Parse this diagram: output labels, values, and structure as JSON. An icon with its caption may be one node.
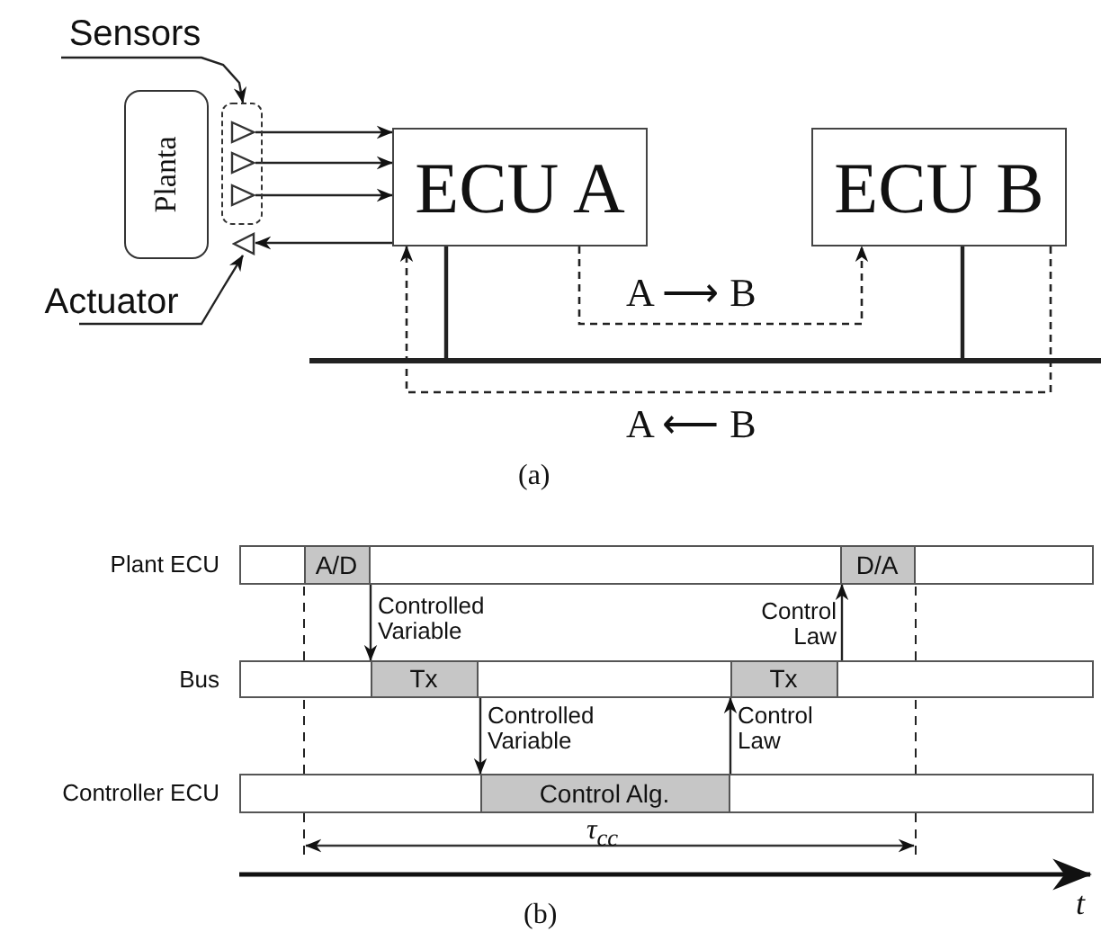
{
  "diagram": {
    "nodes": [
      {
        "text": [
          "Sensors"
        ]
      },
      {
        "text": [
          "Planta"
        ]
      },
      {
        "text": [],
        "shape": "box"
      },
      {
        "text": [],
        "shape": "triangle",
        "in": 2
      },
      {
        "text": [],
        "shape": "triangle",
        "in": 2
      },
      {
        "text": [],
        "shape": "triangle",
        "in": 2
      },
      {
        "text": [],
        "shape": "triangle"
      },
      {
        "text": [
          "Actuator"
        ]
      },
      {
        "text": [
          "ECU A"
        ]
      },
      {
        "text": [
          "ECU B"
        ]
      },
      {
        "text": [],
        "shape": "bar"
      },
      {
        "text": [],
        "shape": "bar",
        "beside": [
          "Plant ECU"
        ]
      },
      {
        "text": [
          "A/D"
        ],
        "in": 11
      },
      {
        "text": [
          "D/A"
        ],
        "in": 11
      },
      {
        "text": [],
        "shape": "bar",
        "beside": [
          "Bus"
        ]
      },
      {
        "text": [
          "Tx"
        ],
        "in": 14
      },
      {
        "text": [
          "Tx"
        ],
        "in": 14
      },
      {
        "text": [],
        "shape": "bar",
        "beside": [
          "Controller ECU"
        ]
      },
      {
        "text": [
          "Control Alg."
        ],
        "in": 17
      }
    ],
    "edges": [
      {
        "from": 0,
        "to": 2,
        "arrow": "to"
      },
      {
        "from": 7,
        "to": 6,
        "arrow": "to"
      },
      {
        "from": 3,
        "to": 8,
        "arrow": "to"
      },
      {
        "from": 4,
        "to": 8,
        "arrow": "to"
      },
      {
        "from": 5,
        "to": 8,
        "arrow": "to"
      },
      {
        "from": 8,
        "to": 6,
        "arrow": "to"
      },
      {
        "from": 8,
        "to": 9,
        "arrow": "to",
        "style": "dashed",
        "label": "A ⟶ B"
      },
      {
        "from": 9,
        "to": 8,
        "arrow": "to",
        "style": "dashed",
        "label": "A ⟵ B"
      },
      {
        "from": 8,
        "to": 10,
        "arrow": "none"
      },
      {
        "from": 9,
        "to": 10,
        "arrow": "none"
      },
      {
        "from": 12,
        "to": 15,
        "arrow": "to",
        "label": "Controlled Variable"
      },
      {
        "from": 15,
        "to": 18,
        "arrow": "to",
        "label": "Controlled Variable"
      },
      {
        "from": 18,
        "to": 16,
        "arrow": "to",
        "label": "Control Law"
      },
      {
        "from": 16,
        "to": 13,
        "arrow": "to",
        "label": "Control Law"
      }
    ],
    "labels": [
      "(a)",
      "τ$_{cc}$",
      "t",
      "(b)"
    ]
  }
}
